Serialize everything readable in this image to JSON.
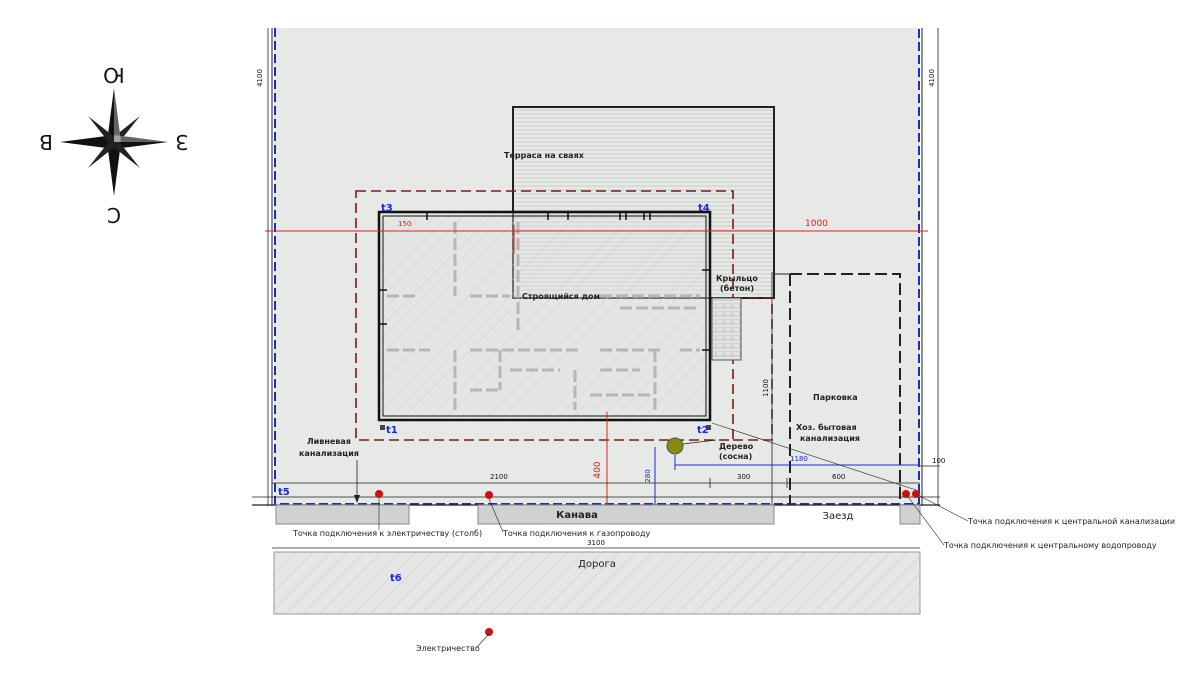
{
  "compass": {
    "north": "Ю",
    "east": "З",
    "west": "В",
    "south": "С"
  },
  "labels": {
    "terrace": "Терраса на сваях",
    "house": "Строящийся дом",
    "porch_1": "Крыльцо",
    "porch_2": "(бетон)",
    "parking": "Парковка",
    "sewer_local_1": "Хоз. бытовая",
    "sewer_local_2": "канализация",
    "storm_sewer_1": "Ливневая",
    "storm_sewer_2": "канализация",
    "tree_1": "Дерево",
    "tree_2": "(сосна)",
    "ditch": "Канава",
    "driveway": "Заезд",
    "road": "Дорога",
    "conn_electric": "Точка подключения к электричеству (столб)",
    "conn_gas": "Точка подключения к газопроводу",
    "conn_sewer": "Точка подключения к центральной канализации",
    "conn_water": "Точка подключения к центральному водопроводу",
    "electricity": "Электричество"
  },
  "points": {
    "t1": "t1",
    "t2": "t2",
    "t3": "t3",
    "t4": "t4",
    "t5": "t5",
    "t6": "t6"
  },
  "dimensions": {
    "d4100_left": "4100",
    "d4100_right": "4100",
    "d1000": "1000",
    "d150": "150",
    "d400": "400",
    "d280": "280",
    "d1180": "1180",
    "d1100": "1100",
    "d2100": "2100",
    "d300": "300",
    "d600": "600",
    "d100": "100",
    "d3100": "3100"
  },
  "colors": {
    "lot_fill": "#e6e9e6",
    "lot_boundary": "#1a2ad6",
    "setback": "#7a1a1a",
    "red_dim": "#e02020",
    "blue_dim": "#1a2ad6",
    "tree": "#8a8a10",
    "connection": "#d01010"
  }
}
